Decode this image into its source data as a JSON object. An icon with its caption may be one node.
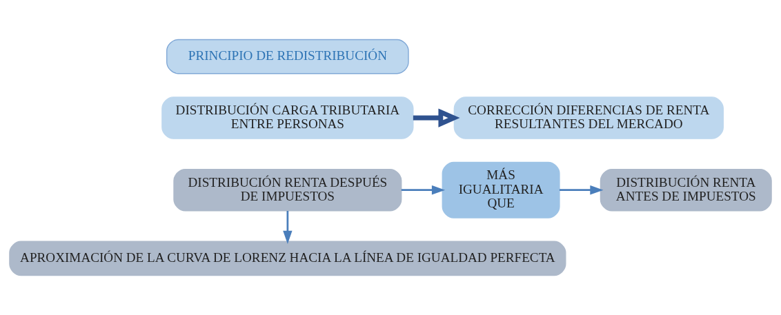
{
  "diagram": {
    "nodes": [
      {
        "text": [
          "PRINCIPIO DE REDISTRIBUCIÓN"
        ]
      },
      {
        "text": [
          "DISTRIBUCIÓN CARGA TRIBUTARIA ENTRE PERSONAS"
        ]
      },
      {
        "text": [
          "CORRECCIÓN DIFERENCIAS DE RENTA RESULTANTES DEL MERCADO"
        ]
      },
      {
        "text": [
          "DISTRIBUCIÓN RENTA DESPUÉS DE IMPUESTOS"
        ]
      },
      {
        "text": [
          "MÁS IGUALITARIA QUE"
        ]
      },
      {
        "text": [
          "DISTRIBUCIÓN RENTA ANTES DE IMPUESTOS"
        ]
      },
      {
        "text": [
          "APROXIMACIÓN DE LA CURVA DE LORENZ HACIA LA LÍNEA DE IGUALDAD PERFECTA"
        ]
      }
    ],
    "edges": [
      {
        "from": 1,
        "to": 2,
        "arrow": "to",
        "style": "thick"
      },
      {
        "from": 3,
        "to": 4,
        "arrow": "to"
      },
      {
        "from": 4,
        "to": 5,
        "arrow": "to"
      },
      {
        "from": 3,
        "to": 6,
        "arrow": "to"
      }
    ]
  }
}
